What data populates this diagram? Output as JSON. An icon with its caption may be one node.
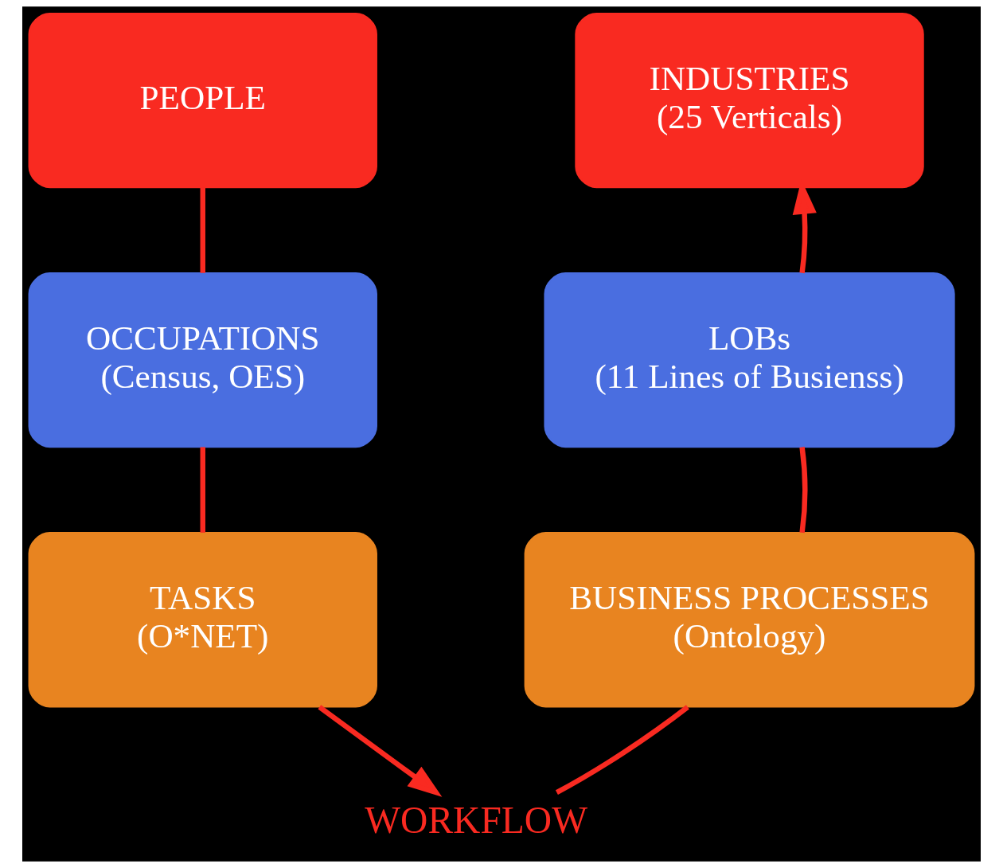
{
  "diagram": {
    "nodes": [
      {
        "text": [
          "PEOPLE"
        ]
      },
      {
        "text": [
          "OCCUPATIONS",
          "(Census, OES)"
        ]
      },
      {
        "text": [
          "TASKS",
          "(O*NET)"
        ]
      },
      {
        "text": [
          "WORKFLOW"
        ]
      },
      {
        "text": [
          "BUSINESS PROCESSES",
          "(Ontology)"
        ]
      },
      {
        "text": [
          "LOBs",
          "(11 Lines of Busienss)"
        ]
      },
      {
        "text": [
          "INDUSTRIES",
          "(25 Verticals)"
        ]
      }
    ],
    "edges": [
      {
        "from": 0,
        "to": 1,
        "arrow": "none"
      },
      {
        "from": 1,
        "to": 2,
        "arrow": "none"
      },
      {
        "from": 2,
        "to": 3,
        "arrow": "to"
      },
      {
        "from": 3,
        "to": 4,
        "arrow": "none"
      },
      {
        "from": 4,
        "to": 5,
        "arrow": "none"
      },
      {
        "from": 5,
        "to": 6,
        "arrow": "to"
      }
    ]
  }
}
